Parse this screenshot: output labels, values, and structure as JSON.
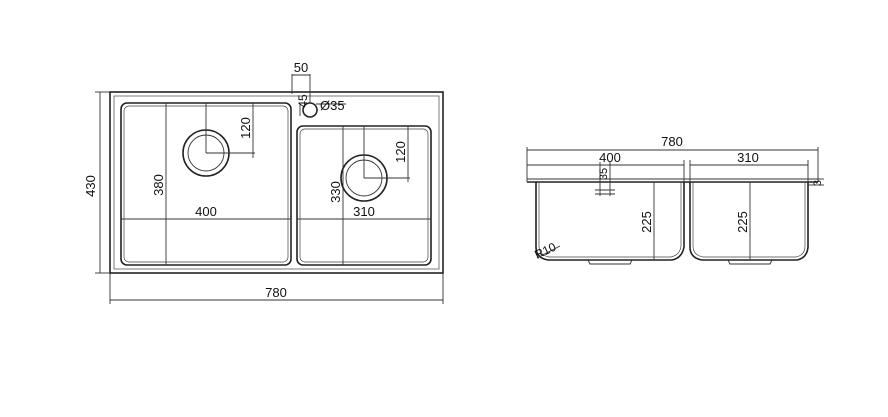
{
  "plan_view": {
    "overall_width": "780",
    "overall_depth": "430",
    "left_bowl_width": "400",
    "left_bowl_depth": "380",
    "left_drain_offset": "120",
    "right_bowl_width": "310",
    "right_bowl_depth": "330",
    "right_drain_offset": "120",
    "tap_hole_offset": "50",
    "tap_hole_edge": "45",
    "tap_hole_diameter": "Ø35"
  },
  "section_view": {
    "overall_width": "780",
    "left_bowl_width": "400",
    "right_bowl_width": "310",
    "left_bowl_height": "225",
    "right_bowl_height": "225",
    "rim_height": "35",
    "rim_thickness": "3",
    "corner_radius": "R10"
  }
}
